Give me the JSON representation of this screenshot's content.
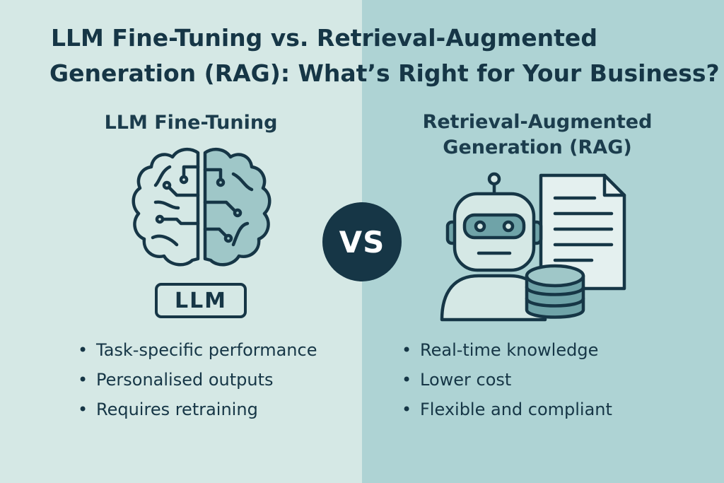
{
  "title": {
    "line1": "LLM Fine-Tuning vs. Retrieval-Augmented",
    "line2": "Generation (RAG): What’s Right for Your Business?"
  },
  "left": {
    "heading": "LLM Fine-Tuning",
    "badge": "LLM",
    "icon": "brain-circuit-icon",
    "bullets": [
      "Task-specific performance",
      "Personalised outputs",
      "Requires retraining"
    ]
  },
  "vs_label": "VS",
  "right": {
    "heading_line1": "Retrieval-Augmented",
    "heading_line2": "Generation (RAG)",
    "icons": [
      "robot-icon",
      "document-icon",
      "database-icon"
    ],
    "bullets": [
      "Real-time knowledge",
      "Lower cost",
      "Flexible and compliant"
    ]
  },
  "colors": {
    "left_bg": "#d5e8e5",
    "right_bg": "#aed3d4",
    "ink": "#163646",
    "accent": "#6fa3a8"
  }
}
